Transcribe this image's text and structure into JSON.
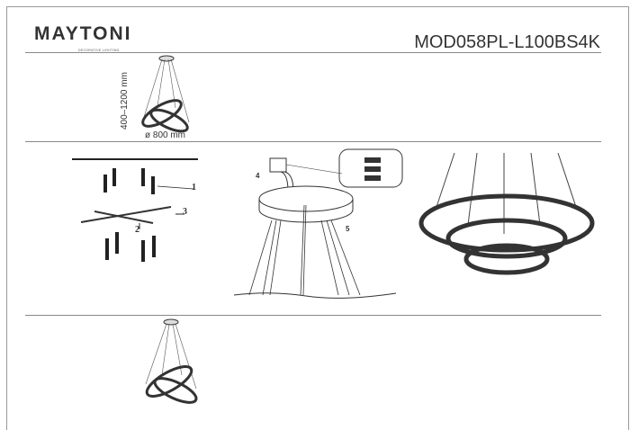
{
  "header": {
    "brand": "MAYTONI",
    "tagline": "DECORATIVE LIGHTING",
    "model": "MOD058PL-L100BS4K"
  },
  "dimensions": {
    "height": "400–1200 mm",
    "diameter": "ø 800 mm"
  },
  "steps": {
    "s1": "1",
    "s2": "2",
    "s3": "3",
    "s4": "4",
    "s5": "5"
  }
}
